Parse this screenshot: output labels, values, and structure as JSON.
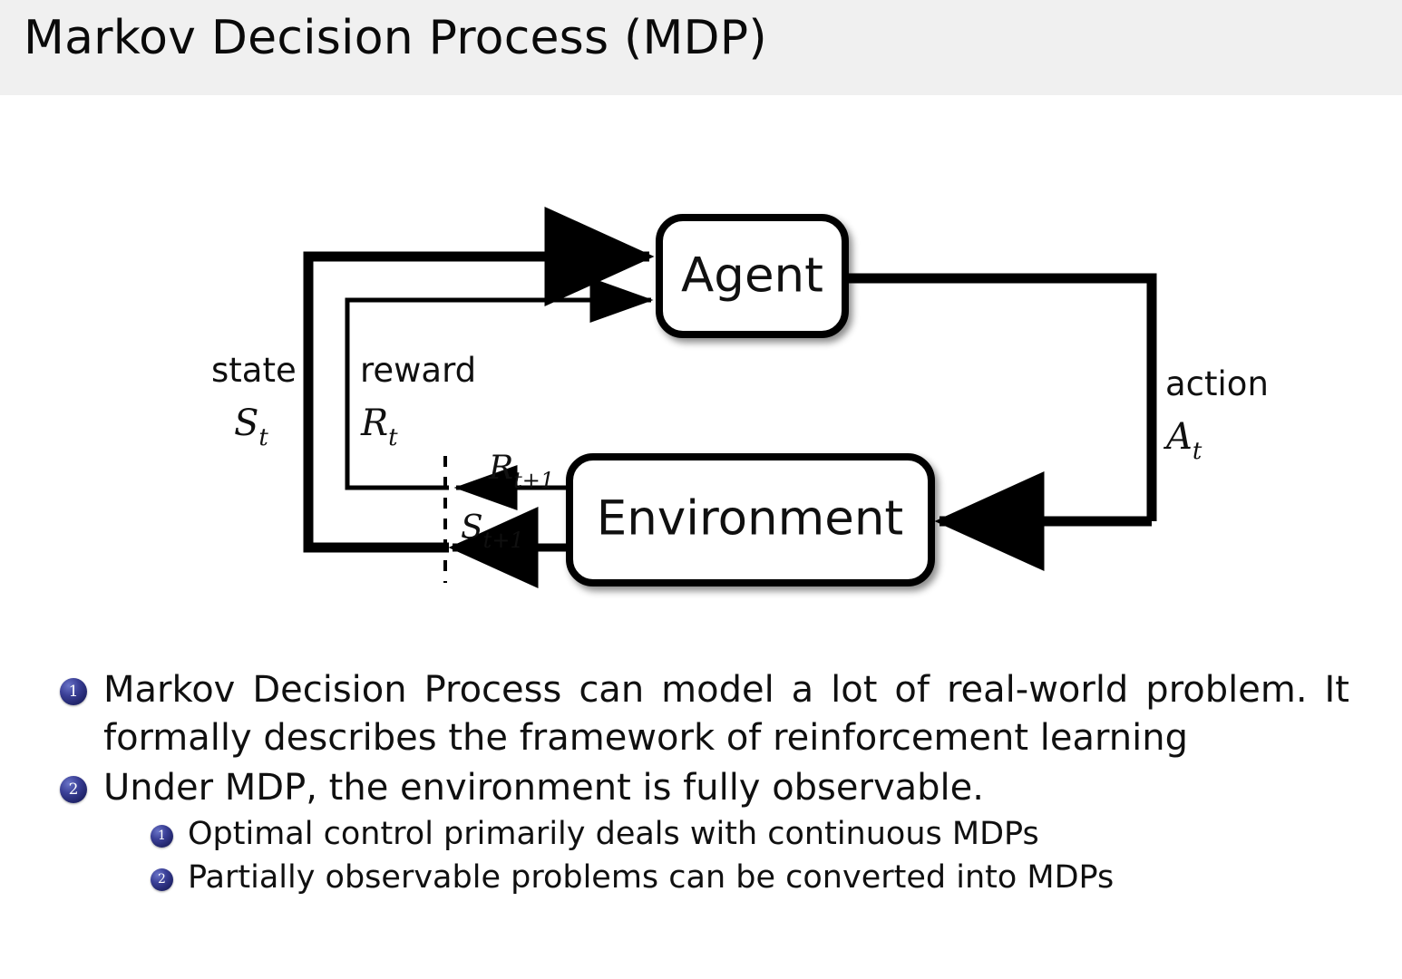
{
  "slide": {
    "title": "Markov Decision Process (MDP)",
    "header_background": "#f0f0f0",
    "body_background": "#ffffff",
    "text_color": "#101010"
  },
  "diagram": {
    "name": "agent-environment-interaction-loop",
    "nodes": {
      "agent": {
        "label": "Agent"
      },
      "environment": {
        "label": "Environment"
      }
    },
    "edge_labels": {
      "state_word": "state",
      "state_symbol": "S",
      "state_subscript": "t",
      "reward_word": "reward",
      "reward_symbol": "R",
      "reward_subscript": "t",
      "action_word": "action",
      "action_symbol": "A",
      "action_subscript": "t",
      "reward_next_symbol": "R",
      "reward_next_subscript": "t+1",
      "state_next_symbol": "S",
      "state_next_subscript": "t+1"
    },
    "stroke_color": "#000000",
    "box_fill": "#ffffff"
  },
  "bullets": {
    "marker_color": "#23276e",
    "items": [
      {
        "marker": "1",
        "level": 1,
        "text": "Markov Decision Process can model a lot of real-world problem. It formally describes the framework of reinforcement learning"
      },
      {
        "marker": "2",
        "level": 1,
        "text": "Under MDP, the environment is fully observable."
      },
      {
        "marker": "1",
        "level": 2,
        "text": "Optimal control primarily deals with continuous MDPs"
      },
      {
        "marker": "2",
        "level": 2,
        "text": "Partially observable problems can be converted into MDPs"
      }
    ]
  }
}
